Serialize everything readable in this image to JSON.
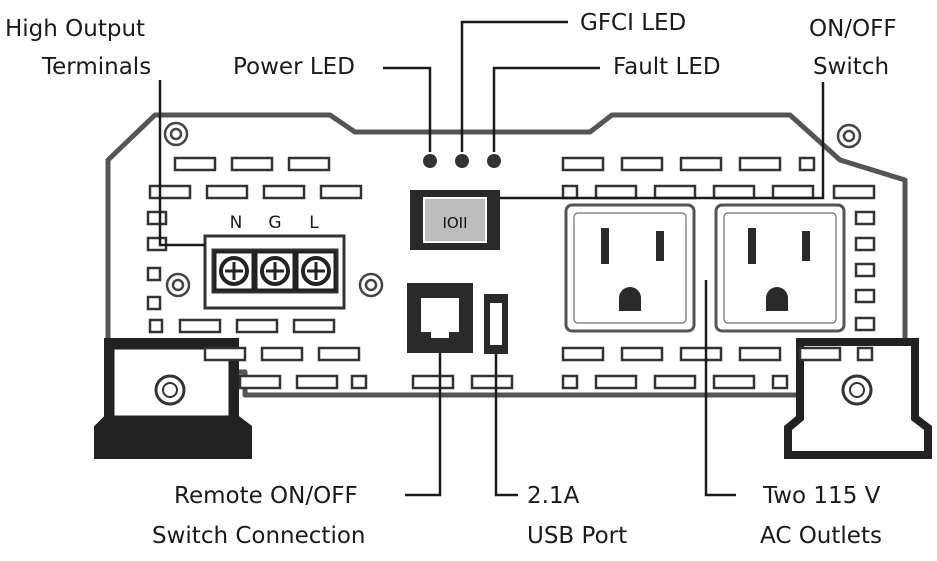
{
  "labels": {
    "high_output_line1": "High Output",
    "high_output_line2": "Terminals",
    "power_led": "Power LED",
    "gfci_led": "GFCI LED",
    "fault_led": "Fault LED",
    "onoff_line1": "ON/OFF",
    "onoff_line2": "Switch",
    "remote_line1": "Remote ON/OFF",
    "remote_line2": "Switch Connection",
    "usb_line1": "2.1A",
    "usb_line2": "USB Port",
    "ac_line1": "Two 115 V",
    "ac_line2": "AC Outlets"
  },
  "terminals": {
    "n": "N",
    "g": "G",
    "l": "L"
  },
  "switch_text": "IOII",
  "colors": {
    "body": "#ffffff",
    "outline": "#4a4a4a",
    "slot": "#ffffff",
    "dark": "#2a2a2a",
    "switch_face": "#bdbdbd"
  }
}
